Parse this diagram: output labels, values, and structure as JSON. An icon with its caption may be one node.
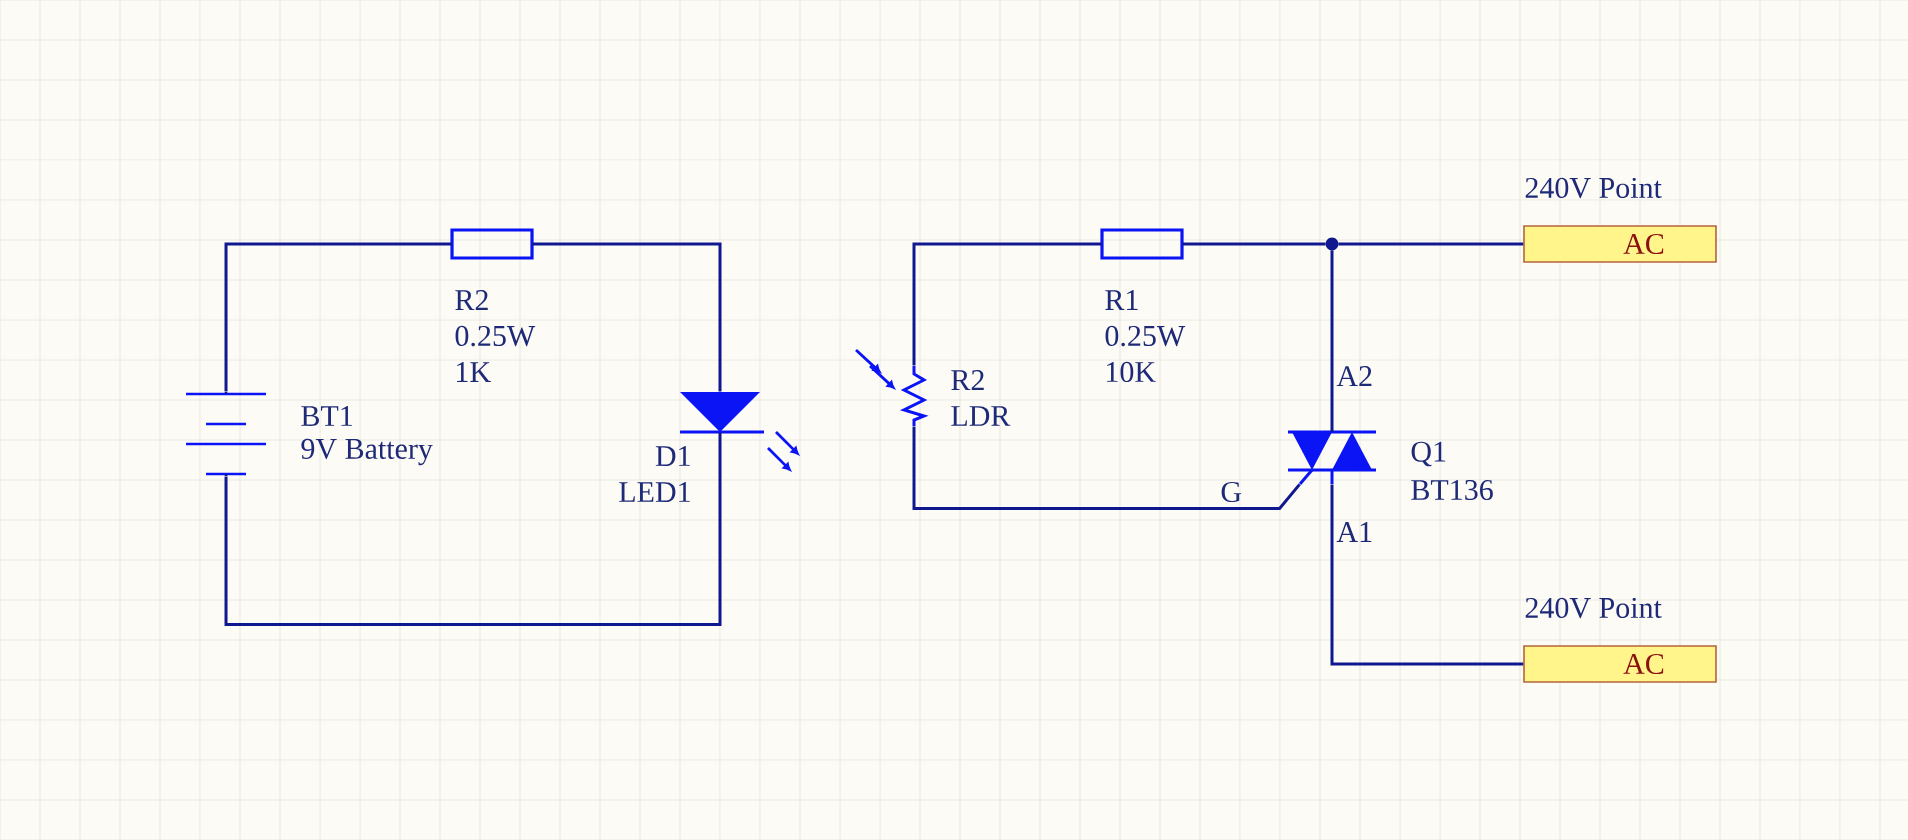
{
  "diagram": {
    "nodes": [
      {
        "text": [],
        "shape": "battery",
        "beside": [
          "BT1",
          "9V Battery"
        ]
      },
      {
        "text": [],
        "shape": "resistor",
        "beside": [
          "R2",
          "0.25W",
          "1K"
        ]
      },
      {
        "text": [],
        "shape": "led",
        "beside": [
          "D1",
          "LED1"
        ]
      },
      {
        "text": [],
        "shape": "ldr",
        "beside": [
          "R2",
          "LDR"
        ]
      },
      {
        "text": [],
        "shape": "resistor",
        "beside": [
          "R1",
          "0.25W",
          "10K"
        ]
      },
      {
        "text": [],
        "shape": "circle"
      },
      {
        "text": [],
        "shape": "triac",
        "beside": [
          "Q1",
          "BT136"
        ]
      },
      {
        "text": [
          "AC"
        ],
        "beside": [
          "240V Point"
        ]
      },
      {
        "text": [
          "AC"
        ],
        "beside": [
          "240V Point"
        ]
      }
    ],
    "edges": [
      {
        "from": 0,
        "to": 1,
        "arrow": "none"
      },
      {
        "from": 1,
        "to": 2,
        "arrow": "none"
      },
      {
        "from": 2,
        "to": 0,
        "arrow": "none"
      },
      {
        "from": 3,
        "to": 4,
        "arrow": "none"
      },
      {
        "from": 4,
        "to": 5,
        "arrow": "none"
      },
      {
        "from": 5,
        "to": 7,
        "arrow": "none"
      },
      {
        "from": 5,
        "to": 6,
        "arrow": "none"
      },
      {
        "from": 3,
        "to": 6,
        "arrow": "none"
      },
      {
        "from": 6,
        "to": 8,
        "arrow": "none"
      }
    ],
    "labels": [
      "A2",
      "G",
      "A1"
    ]
  }
}
